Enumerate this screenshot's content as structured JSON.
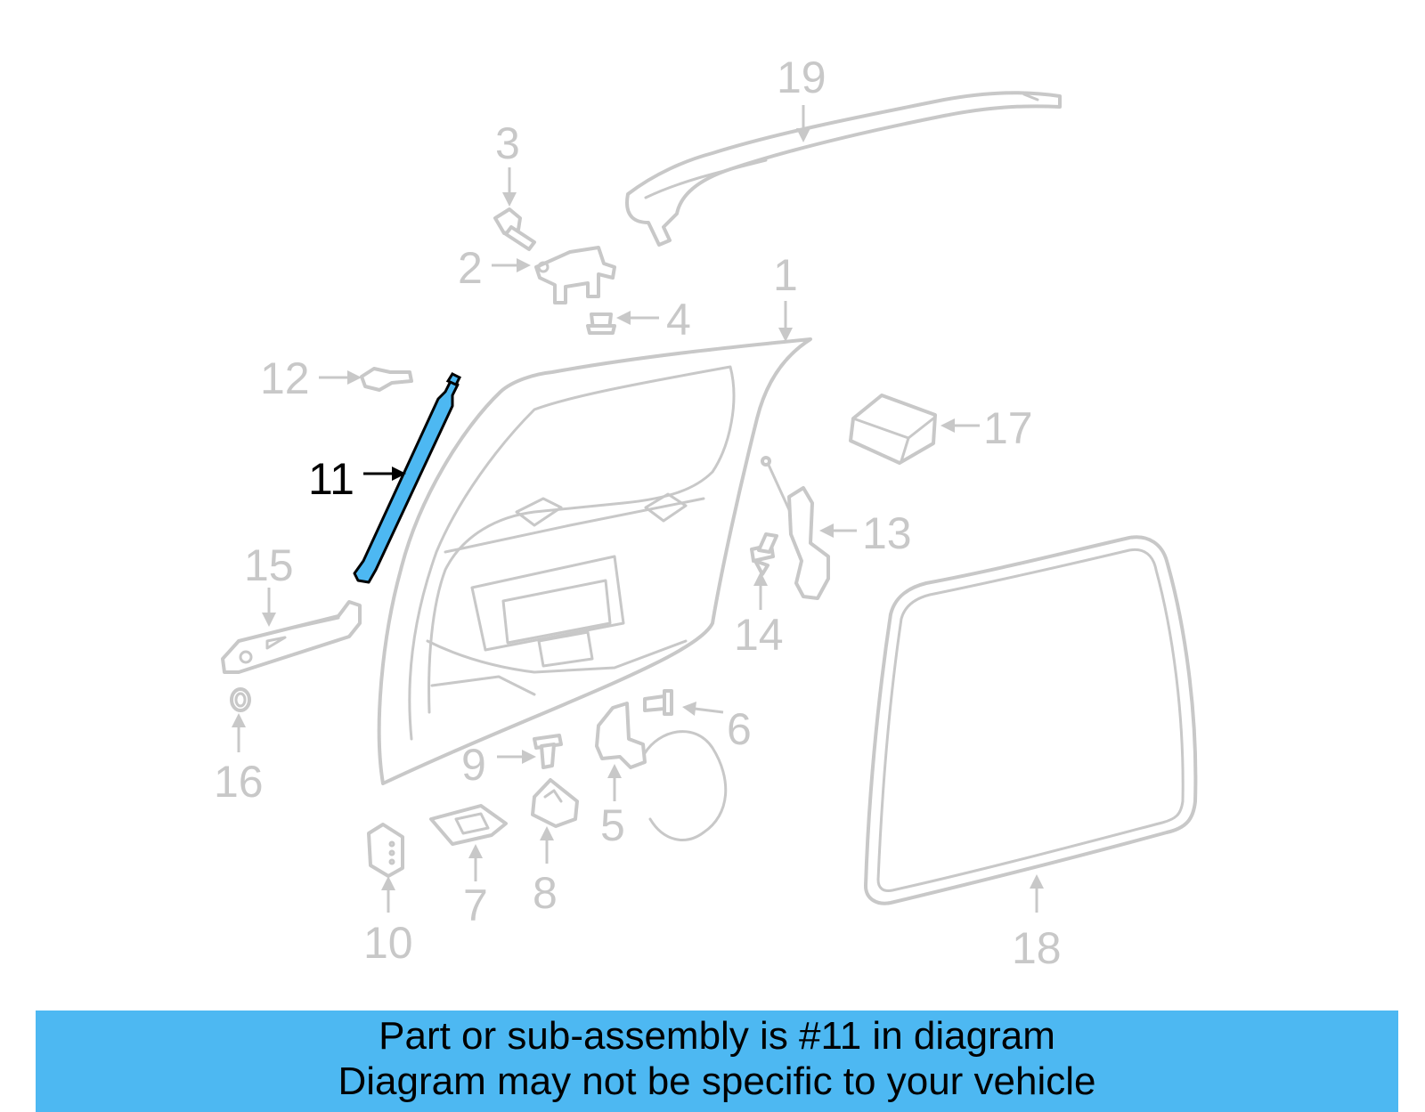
{
  "callouts": {
    "c1": "1",
    "c2": "2",
    "c3": "3",
    "c4": "4",
    "c5": "5",
    "c6": "6",
    "c7": "7",
    "c8": "8",
    "c9": "9",
    "c10": "10",
    "c11": "11",
    "c12": "12",
    "c13": "13",
    "c14": "14",
    "c15": "15",
    "c16": "16",
    "c17": "17",
    "c18": "18",
    "c19": "19"
  },
  "highlighted_part": "11",
  "colors": {
    "highlight": "#4db8f2",
    "parts": "#c8c8c8",
    "caption_bg": "#4db8f2"
  },
  "caption": {
    "line1": "Part or sub-assembly is #11 in diagram",
    "line2": "Diagram may not be specific to your vehicle"
  }
}
